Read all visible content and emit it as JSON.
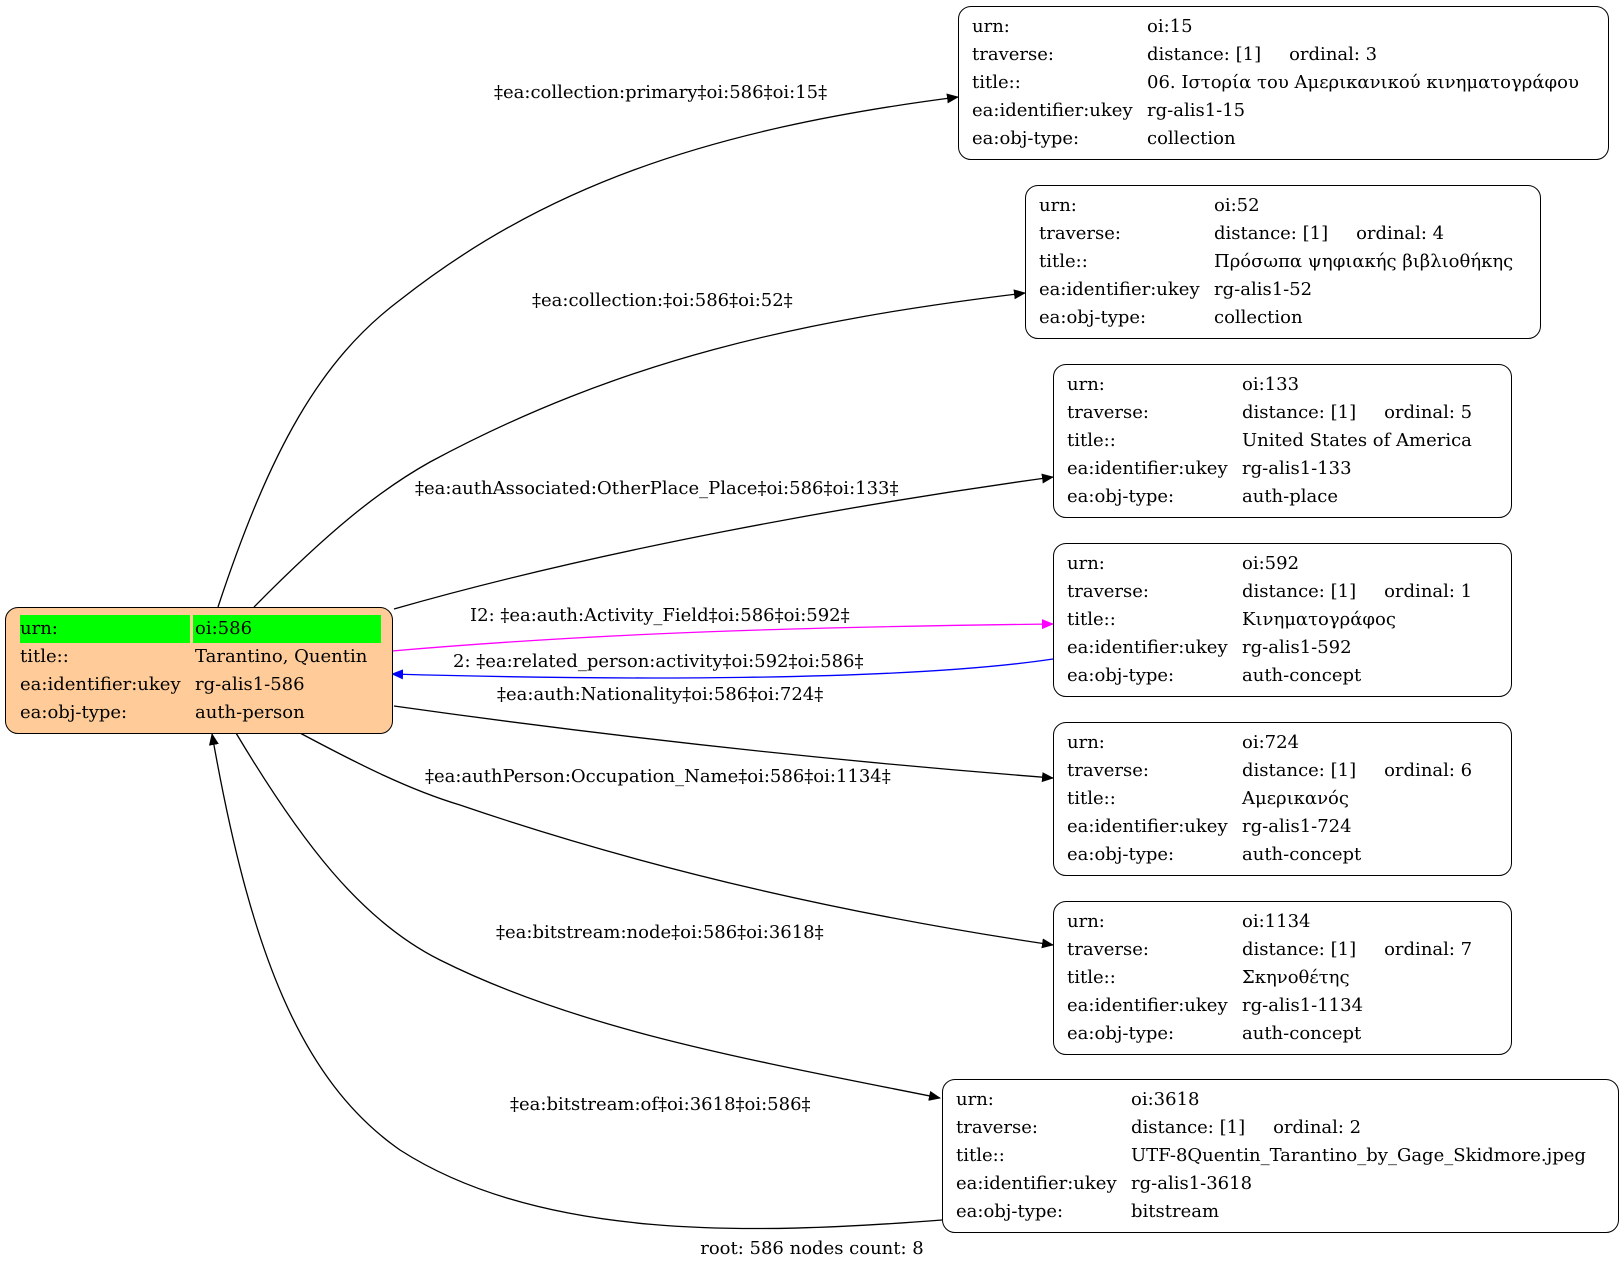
{
  "root_node": {
    "urn_key": "urn:",
    "urn_val": "oi:586",
    "title_key": "title::",
    "title_val": "Tarantino, Quentin",
    "ukey_key": "ea:identifier:ukey",
    "ukey_val": "rg-alis1-586",
    "type_key": "ea:obj-type:",
    "type_val": "auth-person",
    "fill_color": "#ffcc99",
    "highlight_color": "#00ff00"
  },
  "nodes": [
    {
      "urn_key": "urn:",
      "urn_val": "oi:15",
      "traverse_key": "traverse:",
      "distance": "distance: [1]",
      "ordinal": "ordinal: 3",
      "title_key": "title::",
      "title_val": "06. Ιστορία του Αμερικανικού κινηματογράφου",
      "ukey_key": "ea:identifier:ukey",
      "ukey_val": "rg-alis1-15",
      "type_key": "ea:obj-type:",
      "type_val": "collection"
    },
    {
      "urn_key": "urn:",
      "urn_val": "oi:52",
      "traverse_key": "traverse:",
      "distance": "distance: [1]",
      "ordinal": "ordinal: 4",
      "title_key": "title::",
      "title_val": "Πρόσωπα ψηφιακής βιβλιοθήκης",
      "ukey_key": "ea:identifier:ukey",
      "ukey_val": "rg-alis1-52",
      "type_key": "ea:obj-type:",
      "type_val": "collection"
    },
    {
      "urn_key": "urn:",
      "urn_val": "oi:133",
      "traverse_key": "traverse:",
      "distance": "distance: [1]",
      "ordinal": "ordinal: 5",
      "title_key": "title::",
      "title_val": "United States of America",
      "ukey_key": "ea:identifier:ukey",
      "ukey_val": "rg-alis1-133",
      "type_key": "ea:obj-type:",
      "type_val": "auth-place"
    },
    {
      "urn_key": "urn:",
      "urn_val": "oi:592",
      "traverse_key": "traverse:",
      "distance": "distance: [1]",
      "ordinal": "ordinal: 1",
      "title_key": "title::",
      "title_val": "Κινηματογράφος",
      "ukey_key": "ea:identifier:ukey",
      "ukey_val": "rg-alis1-592",
      "type_key": "ea:obj-type:",
      "type_val": "auth-concept"
    },
    {
      "urn_key": "urn:",
      "urn_val": "oi:724",
      "traverse_key": "traverse:",
      "distance": "distance: [1]",
      "ordinal": "ordinal: 6",
      "title_key": "title::",
      "title_val": "Αμερικανός",
      "ukey_key": "ea:identifier:ukey",
      "ukey_val": "rg-alis1-724",
      "type_key": "ea:obj-type:",
      "type_val": "auth-concept"
    },
    {
      "urn_key": "urn:",
      "urn_val": "oi:1134",
      "traverse_key": "traverse:",
      "distance": "distance: [1]",
      "ordinal": "ordinal: 7",
      "title_key": "title::",
      "title_val": "Σκηνοθέτης",
      "ukey_key": "ea:identifier:ukey",
      "ukey_val": "rg-alis1-1134",
      "type_key": "ea:obj-type:",
      "type_val": "auth-concept"
    },
    {
      "urn_key": "urn:",
      "urn_val": "oi:3618",
      "traverse_key": "traverse:",
      "distance": "distance: [1]",
      "ordinal": "ordinal: 2",
      "title_key": "title::",
      "title_val": "UTF-8Quentin_Tarantino_by_Gage_Skidmore.jpeg",
      "ukey_key": "ea:identifier:ukey",
      "ukey_val": "rg-alis1-3618",
      "type_key": "ea:obj-type:",
      "type_val": "bitstream"
    }
  ],
  "edges": [
    {
      "label": "‡ea:collection:primary‡oi:586‡oi:15‡",
      "color": "#000000"
    },
    {
      "label": "‡ea:collection:‡oi:586‡oi:52‡",
      "color": "#000000"
    },
    {
      "label": "‡ea:authAssociated:OtherPlace_Place‡oi:586‡oi:133‡",
      "color": "#000000"
    },
    {
      "label": "I2: ‡ea:auth:Activity_Field‡oi:586‡oi:592‡",
      "color": "#ff00ff"
    },
    {
      "label": "2: ‡ea:related_person:activity‡oi:592‡oi:586‡",
      "color": "#0000ff"
    },
    {
      "label": "‡ea:auth:Nationality‡oi:586‡oi:724‡",
      "color": "#000000"
    },
    {
      "label": "‡ea:authPerson:Occupation_Name‡oi:586‡oi:1134‡",
      "color": "#000000"
    },
    {
      "label": "‡ea:bitstream:node‡oi:586‡oi:3618‡",
      "color": "#000000"
    },
    {
      "label": "‡ea:bitstream:of‡oi:3618‡oi:586‡",
      "color": "#000000"
    }
  ],
  "footer": "root: 586 nodes count: 8"
}
